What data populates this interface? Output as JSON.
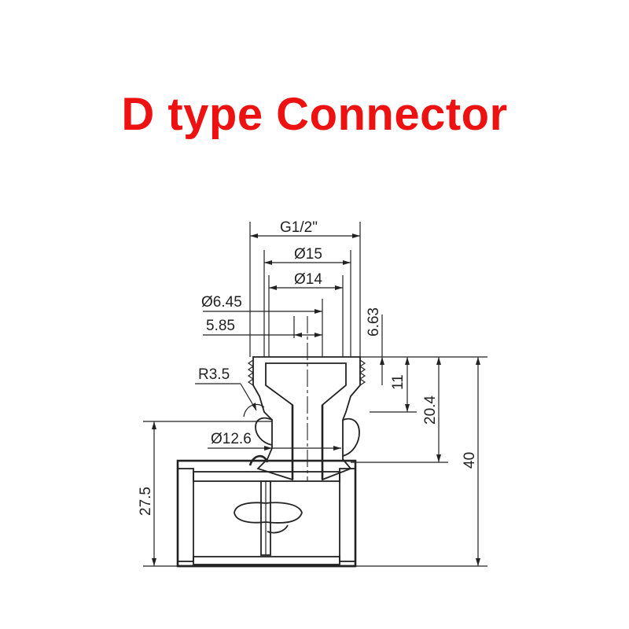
{
  "title": {
    "text": "D type Connector",
    "color": "#ee1111"
  },
  "dimensions": {
    "thread": "G1/2\"",
    "d15": "Ø15",
    "d14": "Ø14",
    "d645": "Ø6.45",
    "w585": "5.85",
    "h663": "6.63",
    "r35": "R3.5",
    "d126": "Ø12.6",
    "h11": "11",
    "h204": "20.4",
    "h40": "40",
    "h275": "27.5"
  },
  "colors": {
    "line": "#222222",
    "hatch": "#222222"
  }
}
